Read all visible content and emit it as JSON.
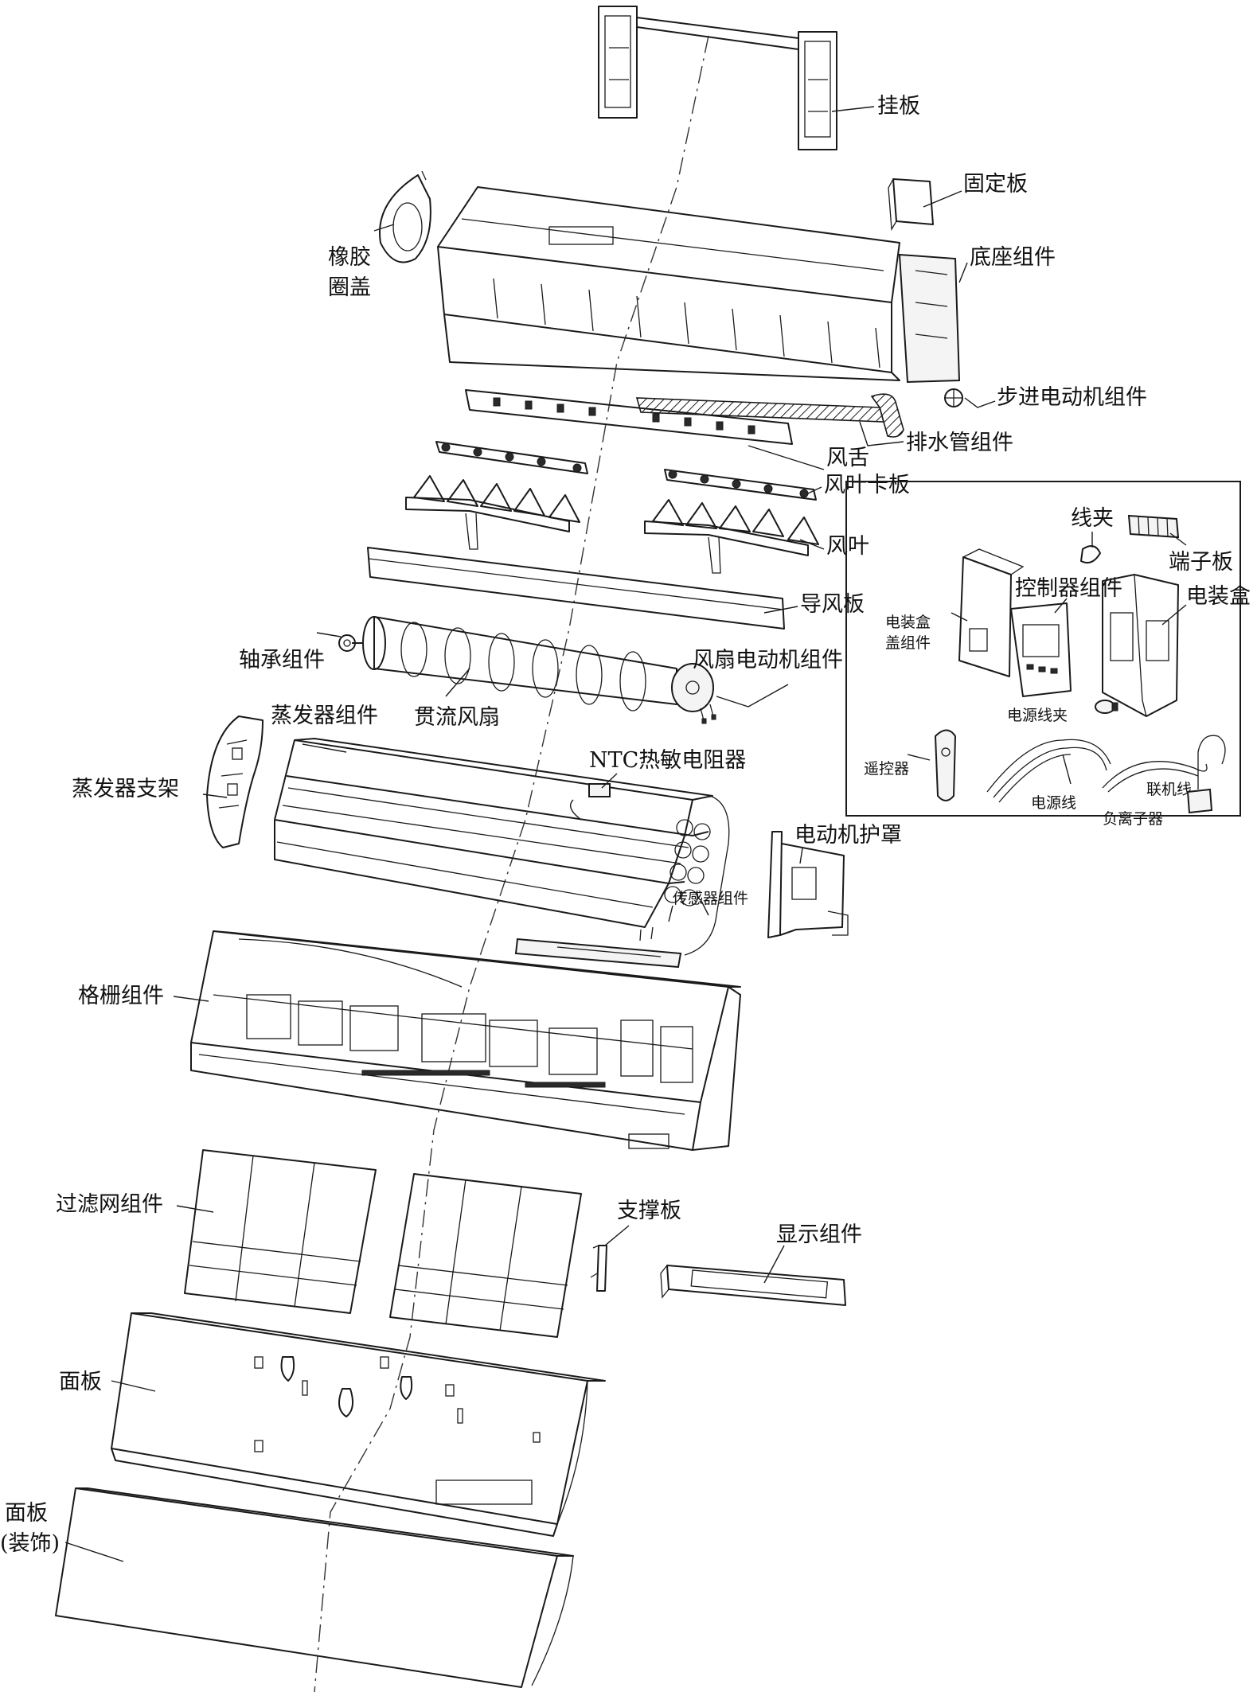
{
  "labels": {
    "guaban": "挂板",
    "gudingban": "固定板",
    "xiangjiao_1": "橡胶",
    "xiangjiao_2": "圈盖",
    "dizuo": "底座组件",
    "bujin": "步进电动机组件",
    "paishui": "排水管组件",
    "fengshe": "风舌",
    "fengyekaban": "风叶卡板",
    "fengye": "风叶",
    "daofengban": "导风板",
    "zhoucheng": "轴承组件",
    "fengshan_dianji": "风扇电动机组件",
    "guanliu": "贯流风扇",
    "zhengfaqi": "蒸发器组件",
    "ntc": "NTC热敏电阻器",
    "zhengfaqi_zhijia": "蒸发器支架",
    "dianjihuzhao": "电动机护罩",
    "chuanganqi": "传感器组件",
    "geshan": "格栅组件",
    "guolvwang": "过滤网组件",
    "zhichengban": "支撑板",
    "xianshi": "显示组件",
    "mianban": "面板",
    "mianban_zs_1": "面板",
    "mianban_zs_2": "(装饰)",
    "xianjia": "线夹",
    "duanziban": "端子板",
    "kongzhiqi": "控制器组件",
    "dianzhuanghe": "电装盒",
    "dzh_gai_1": "电装盒",
    "dzh_gai_2": "盖组件",
    "dianyuan_xianjia": "电源线夹",
    "yaokongqi": "遥控器",
    "dianyuanxian": "电源线",
    "lianjixian": "联机线",
    "fulizi": "负离子器"
  }
}
